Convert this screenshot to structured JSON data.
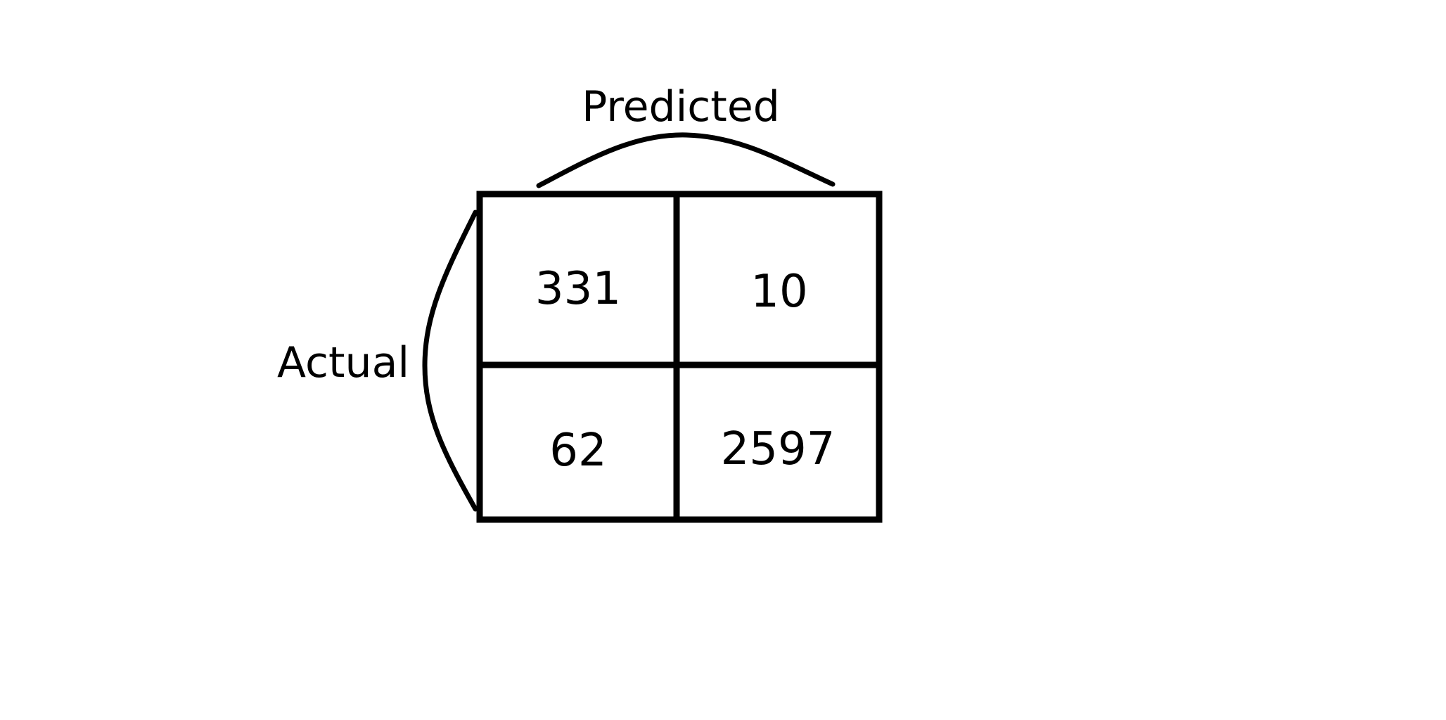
{
  "labels": {
    "predicted": "Predicted",
    "actual": "Actual"
  },
  "matrix": {
    "cells": [
      [
        "331",
        "10"
      ],
      [
        "62",
        "2597"
      ]
    ]
  },
  "colors": {
    "stroke": "#000000",
    "background": "#ffffff"
  }
}
